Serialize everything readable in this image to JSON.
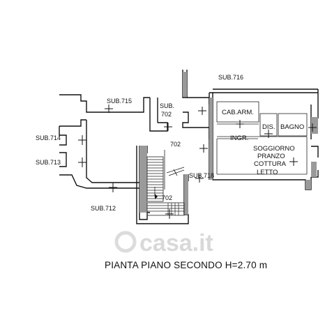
{
  "plan": {
    "title": "PIANTA PIANO SECONDO H=2.70 m",
    "watermark": "casa.it",
    "stair_label": "702",
    "labels": {
      "sub716": "SUB.716",
      "sub715": "SUB.715",
      "sub702_box_line1": "SUB.",
      "sub702_box_line2": "702",
      "sub714": "SUB.714",
      "sub713": "SUB.713",
      "sub712": "SUB.712",
      "sub718": "SUB.718",
      "landing702": "702"
    },
    "rooms": {
      "cab_arm": "CAB.ARM.",
      "dis": "DIS.",
      "bagno": "BAGNO",
      "ingr": "INGR.",
      "soggiorno": "SOGGIORNO",
      "pranzo": "PRANZO",
      "cottura": "COTTURA",
      "letto": "LETTO"
    }
  }
}
